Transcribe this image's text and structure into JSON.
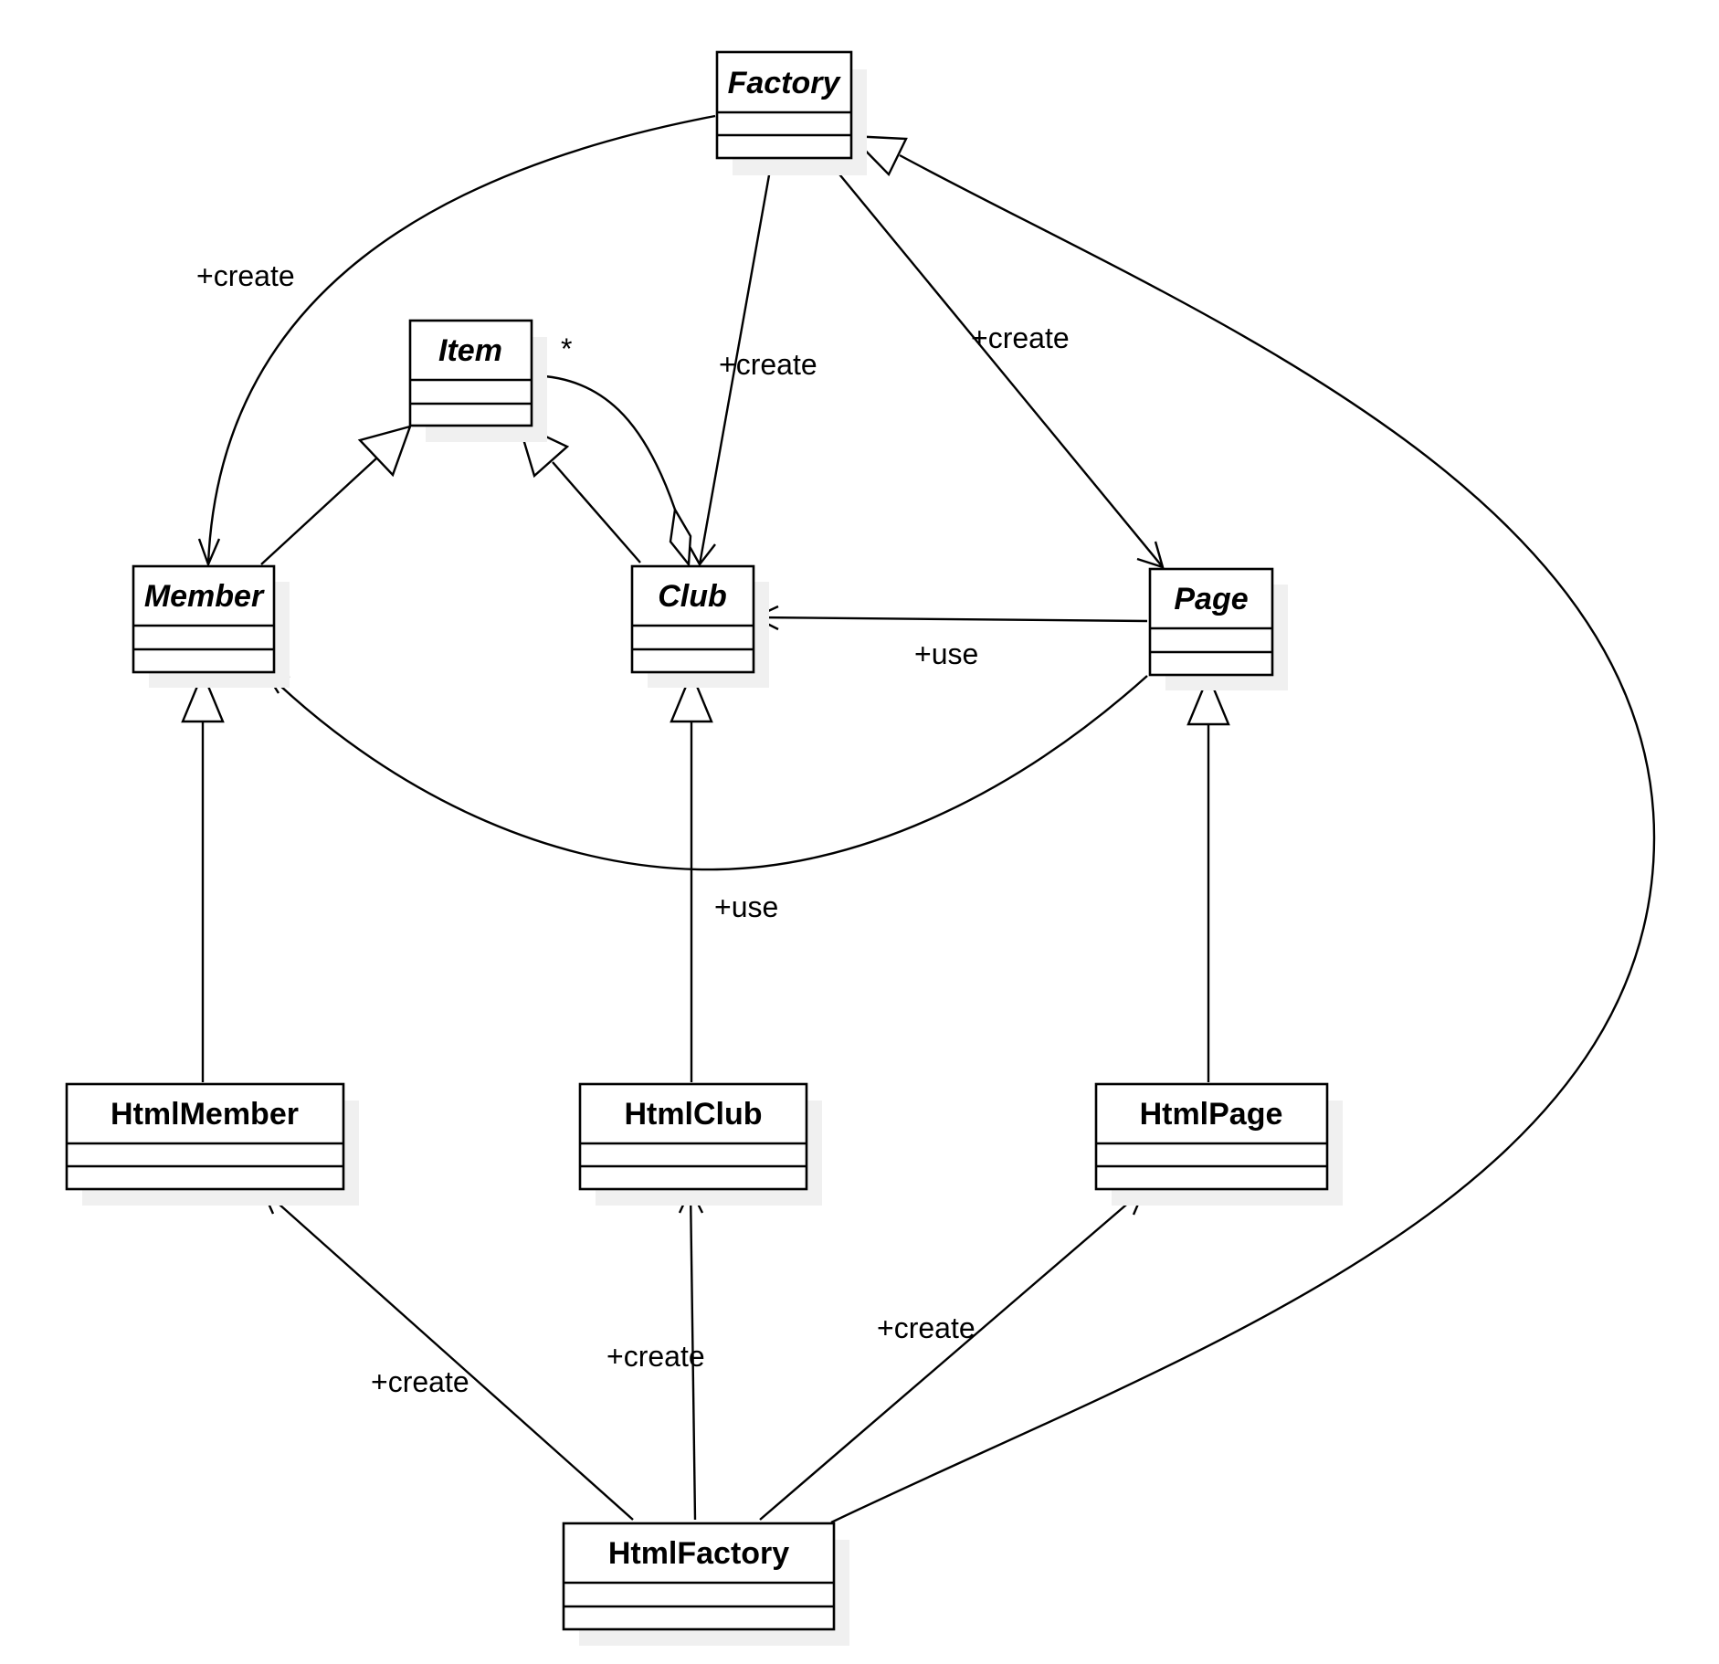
{
  "classes": {
    "factory": {
      "name": "Factory",
      "abstract": true
    },
    "item": {
      "name": "Item",
      "abstract": true
    },
    "member": {
      "name": "Member",
      "abstract": true
    },
    "club": {
      "name": "Club",
      "abstract": true
    },
    "page": {
      "name": "Page",
      "abstract": true
    },
    "html_member": {
      "name": "HtmlMember",
      "abstract": false
    },
    "html_club": {
      "name": "HtmlClub",
      "abstract": false
    },
    "html_page": {
      "name": "HtmlPage",
      "abstract": false
    },
    "html_factory": {
      "name": "HtmlFactory",
      "abstract": false
    }
  },
  "labels": {
    "factory_member": "+create",
    "factory_club": "+create",
    "factory_page": "+create",
    "item_multiplicity": "*",
    "page_club": "+use",
    "page_member": "+use",
    "htmlfactory_htmlmember": "+create",
    "htmlfactory_htmlclub": "+create",
    "htmlfactory_htmlpage": "+create"
  },
  "relationships": [
    {
      "from": "Factory",
      "to": "Member",
      "kind": "dependency",
      "label": "+create"
    },
    {
      "from": "Factory",
      "to": "Club",
      "kind": "dependency",
      "label": "+create"
    },
    {
      "from": "Factory",
      "to": "Page",
      "kind": "dependency",
      "label": "+create"
    },
    {
      "from": "Member",
      "to": "Item",
      "kind": "generalization"
    },
    {
      "from": "Club",
      "to": "Item",
      "kind": "generalization"
    },
    {
      "from": "Club",
      "to": "Item",
      "kind": "aggregation",
      "multiplicity": "*"
    },
    {
      "from": "Page",
      "to": "Club",
      "kind": "dependency",
      "label": "+use"
    },
    {
      "from": "Page",
      "to": "Member",
      "kind": "dependency",
      "label": "+use"
    },
    {
      "from": "HtmlMember",
      "to": "Member",
      "kind": "generalization"
    },
    {
      "from": "HtmlClub",
      "to": "Club",
      "kind": "generalization"
    },
    {
      "from": "HtmlPage",
      "to": "Page",
      "kind": "generalization"
    },
    {
      "from": "HtmlFactory",
      "to": "Factory",
      "kind": "generalization"
    },
    {
      "from": "HtmlFactory",
      "to": "HtmlMember",
      "kind": "dependency",
      "label": "+create"
    },
    {
      "from": "HtmlFactory",
      "to": "HtmlClub",
      "kind": "dependency",
      "label": "+create"
    },
    {
      "from": "HtmlFactory",
      "to": "HtmlPage",
      "kind": "dependency",
      "label": "+create"
    }
  ]
}
